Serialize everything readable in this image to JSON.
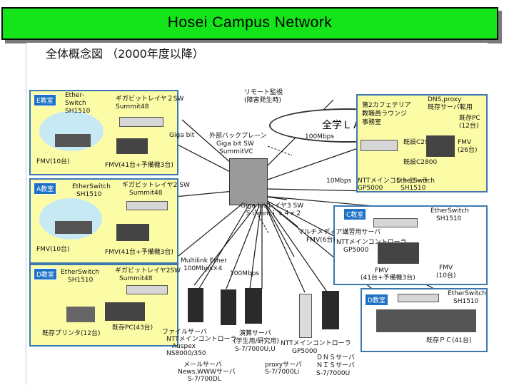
{
  "header": {
    "title": "Hosei Campus Network"
  },
  "diagram": {
    "heading": "全体概念図 （2000年度以降）",
    "lan": "全学ＬＡＮ",
    "core": {
      "remote_monitor": "リモート監視",
      "remote_monitor_sub": "(障害発生時)",
      "backbone": "外部バックプレーン",
      "backbone_l2": "Giga bit SW",
      "backbone_l3": "SummitVC",
      "gigabit": "Giga bit",
      "speed_100": "100Mbps",
      "speed_10": "10Mbps",
      "layer3": "Giga bit レイヤ3 SW",
      "layer3_l2": "Ｓｕｍｍｉｔ４×２",
      "multilink": "Multilink Ether",
      "multilink_l2": "100Mbps×4",
      "speed_100b": "100Mbps"
    },
    "e_room": {
      "tag": "E教室",
      "ether": "Ether‐",
      "ether_l2": "Switch",
      "ether_l3": "SH1510",
      "giga": "ギガビットレイヤ２SW",
      "giga_l2": "Summit48",
      "fmv10": "FMV(10台)",
      "fmv41": "FMV(41台+予備機3台)"
    },
    "a_room": {
      "tag": "A教室",
      "ether": "EtherSwitch",
      "ether_l2": "SH1510",
      "giga": "ギガビットレイヤ2 SW",
      "giga_l2": "Summit48",
      "fmv10": "FMV(10台)",
      "fmv41": "FMV(41台+予備機3台)"
    },
    "d_room": {
      "tag": "D教室",
      "ether": "EtherSwitch",
      "ether_l2": "SH1510",
      "giga": "ギガビットレイヤ2SW",
      "giga_l2": "Summit48",
      "printer": "既存プリンタ(12台)",
      "pc": "既存PC(43台)"
    },
    "c_room": {
      "tag": "C教室",
      "ether": "EtherSwitch",
      "ether_l2": "SH1510",
      "ntt": "NTTメインコントローラ",
      "ntt_l2": "GP5000",
      "mfmv": "マルチメディア講習用サーバ",
      "mfmv_l2": "FMV(6台)",
      "fmv": "FMV",
      "fmv_l2": "(41台+予備機3台)",
      "fmv10": "FMV",
      "fmv10_l2": "(10台)"
    },
    "d2_room": {
      "tag": "D教室",
      "ether": "EtherSwitch",
      "ether_l2": "SH1510",
      "pc": "既存ＰＣ(41台)"
    },
    "top_right": {
      "cafeteria": "第2カフェテリア",
      "office": "教職員ラウンジ",
      "office2": "事務室",
      "dns": "DNS,proxy",
      "dns_l2": "既存サーバ転用",
      "pc12": "既存PC",
      "pc12_l2": "(12台)",
      "c2900": "既設C2900",
      "c2800": "既設C2800",
      "fmv26": "FMV",
      "fmv26_l2": "(26台)",
      "ntt": "NTTメインコントローラ",
      "ntt_l2": "GP5000",
      "eth": "EtherSwitch",
      "eth_l2": "SH1510"
    },
    "servers": {
      "file": "ファイルサーバ",
      "file_l2": "NTTメインコントローラ",
      "file_l3": "Auspex",
      "file_l4": "NS8000/350",
      "mail": "メールサーバ",
      "mail_l2": "News,WWWサーバ",
      "mail_l3": "S-7/700DL",
      "calc": "演算サーバ",
      "calc_l2": "(学生用/研究用)",
      "calc_l3": "S-7/7000U,U",
      "proxy": "proxyサーバ",
      "proxy_l2": "S-7/7000Li",
      "ntt": "NTTメインコントローラ",
      "ntt_l2": "GP5000",
      "dns": "ＤＮＳサーバ",
      "dns_l2": "ＮＩＳサーバ",
      "dns_l3": "S-7/7000U"
    }
  }
}
